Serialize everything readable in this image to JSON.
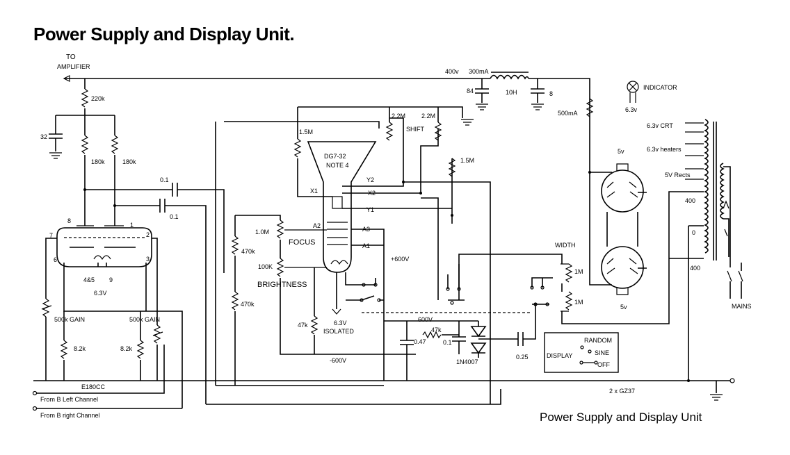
{
  "title": "Power Supply and Display Unit.",
  "subtitle": "Power Supply and Display Unit",
  "labels": {
    "to_amp_1": "TO",
    "to_amp_2": "AMPLIFIER",
    "r220k": "220k",
    "c32": "32",
    "r180k_a": "180k",
    "r180k_b": "180k",
    "c01_a": "0.1",
    "c01_b": "0.1",
    "pin8": "8",
    "pin1": "1",
    "pin7": "7",
    "pin2": "2",
    "pin6": "6",
    "pin3": "3",
    "pin45": "4&5",
    "pin9": "9",
    "heater_tube": "6.3V",
    "gain_l": "500k GAIN",
    "gain_r": "500k GAIN",
    "r82k_a": "8.2k",
    "r82k_b": "8.2k",
    "tube": "E180CC",
    "from_left": "From B Left Channel",
    "from_right": "From B right Channel",
    "r15m_a": "1.5M",
    "crt_1": "DG7-32",
    "crt_2": "NOTE 4",
    "y2": "Y2",
    "x2": "X2",
    "x1": "X1",
    "y1": "Y1",
    "a2": "A2",
    "a3": "A3",
    "a1": "A1",
    "r10m": "1.0M",
    "focus": "FOCUS",
    "r100k": "100K",
    "brightness": "BRIGHTNESS",
    "r470k_a": "470k",
    "r470k_b": "470k",
    "r47k_a": "47k",
    "isolated_1": "6.3V",
    "isolated_2": "ISOLATED",
    "plus600": "+600V",
    "minus600": "-600V",
    "r22m_a": "2.2M",
    "r22m_b": "2.2M",
    "shift": "SHIFT",
    "r15m_b": "1.5M",
    "v400": "400v",
    "ma300": "300mA",
    "c84": "84",
    "choke": "10H",
    "c8": "8",
    "ma500": "500mA",
    "r47k_b": "47k",
    "c047": "0.47",
    "c01_c": "0.1",
    "diode": "1N4007",
    "c025": "0.25",
    "width": "WIDTH",
    "r1m_a": "1M",
    "r1m_b": "1M",
    "display": "DISPLAY",
    "random": "RANDOM",
    "sine": "SINE",
    "off": "OFF",
    "indicator": "INDICATOR",
    "ind_v": "6.3v",
    "crt_heater": "6.3v CRT",
    "heaters": "6.3v heaters",
    "rects": "5V Rects",
    "t400_a": "400",
    "t0": "0",
    "t400_b": "400",
    "v5_a": "5v",
    "v5_b": "5v",
    "mains": "MAINS",
    "rect_tubes": "2 x GZ37",
    "v600_label": "600V"
  }
}
